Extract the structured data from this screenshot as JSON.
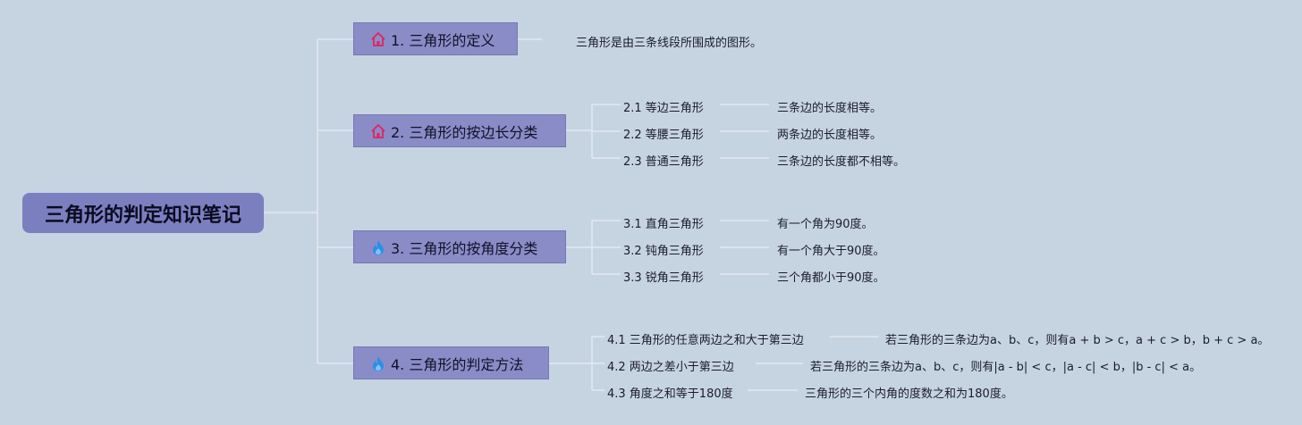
{
  "root": {
    "label": "三角形的判定知识笔记"
  },
  "branches": [
    {
      "label": "1. 三角形的定义",
      "icon": "home-icon",
      "icon_color": "#e0245e",
      "note": "三角形是由三条线段所围成的图形。"
    },
    {
      "label": "2. 三角形的按边长分类",
      "icon": "home-icon",
      "icon_color": "#e0245e",
      "children": [
        {
          "label": "2.1 等边三角形",
          "note": "三条边的长度相等。"
        },
        {
          "label": "2.2 等腰三角形",
          "note": "两条边的长度相等。"
        },
        {
          "label": "2.3 普通三角形",
          "note": "三条边的长度都不相等。"
        }
      ]
    },
    {
      "label": "3. 三角形的按角度分类",
      "icon": "flame-icon",
      "icon_color": "#2b8fe6",
      "children": [
        {
          "label": "3.1 直角三角形",
          "note": "有一个角为90度。"
        },
        {
          "label": "3.2 钝角三角形",
          "note": "有一个角大于90度。"
        },
        {
          "label": "3.3 锐角三角形",
          "note": "三个角都小于90度。"
        }
      ]
    },
    {
      "label": "4. 三角形的判定方法",
      "icon": "flame-icon",
      "icon_color": "#2b8fe6",
      "children": [
        {
          "label": "4.1 三角形的任意两边之和大于第三边",
          "note": "若三角形的三条边为a、b、c，则有a + b > c，a + c > b，b + c > a。"
        },
        {
          "label": "4.2 两边之差小于第三边",
          "note": "若三角形的三条边为a、b、c，则有|a - b| < c，|a - c| < b，|b - c| < a。"
        },
        {
          "label": "4.3 角度之和等于180度",
          "note": "三角形的三个内角的度数之和为180度。"
        }
      ]
    }
  ],
  "colors": {
    "background": "#c6d4e2",
    "root_fill": "#7b7fbf",
    "branch_fill": "#8a8cc8",
    "connector": "#e4e8ef"
  }
}
